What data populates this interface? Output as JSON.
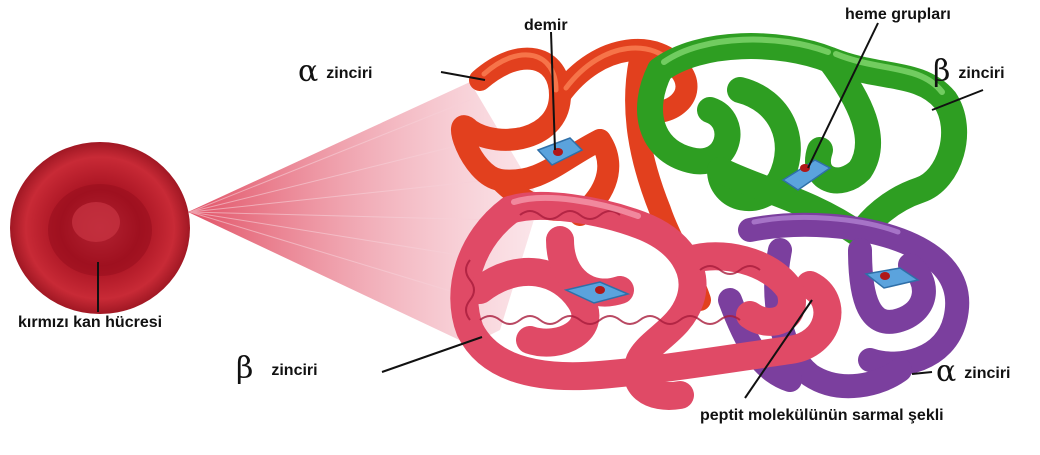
{
  "labels": {
    "iron": "demir",
    "heme_groups": "heme grupları",
    "alpha_chain_top": {
      "symbol": "α",
      "text": "zinciri"
    },
    "beta_chain_top": {
      "symbol": "β",
      "text": "zinciri"
    },
    "red_blood_cell": "kırmızı kan hücresi",
    "beta_chain_bottom": {
      "symbol": "β",
      "text": "zinciri"
    },
    "alpha_chain_bottom": {
      "symbol": "α",
      "text": "zinciri"
    },
    "peptide_helix": "peptit molekülünün sarmal şekli"
  },
  "colors": {
    "alpha_chain": "#e2401e",
    "beta_chain_green": "#2e9e22",
    "beta_chain_pink": "#e04a66",
    "alpha_chain_purple": "#7b3f9e",
    "heme": "#5ba3dd",
    "iron": "#b01818",
    "cell": "#c51f2f"
  }
}
